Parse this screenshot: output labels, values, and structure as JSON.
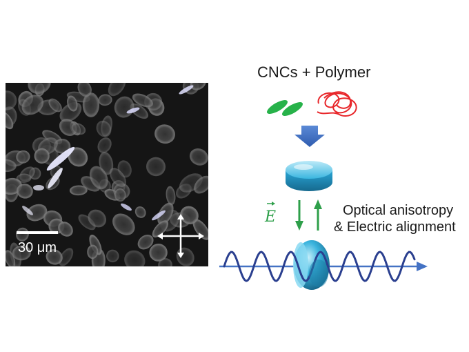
{
  "micrograph": {
    "scale_bar_label": "30 μm"
  },
  "schematic": {
    "title": "CNCs + Polymer",
    "field_symbol": "E",
    "description_line1": "Optical anisotropy",
    "description_line2": "& Electric alignment"
  },
  "colors": {
    "cnc_green": "#27b24a",
    "polymer_red": "#e8262a",
    "arrow_blue": "#4472c4",
    "droplet_cyan": "#2aa8d8",
    "field_arrow_green": "#2e9f4a",
    "wave_navy": "#2a3f8f"
  }
}
